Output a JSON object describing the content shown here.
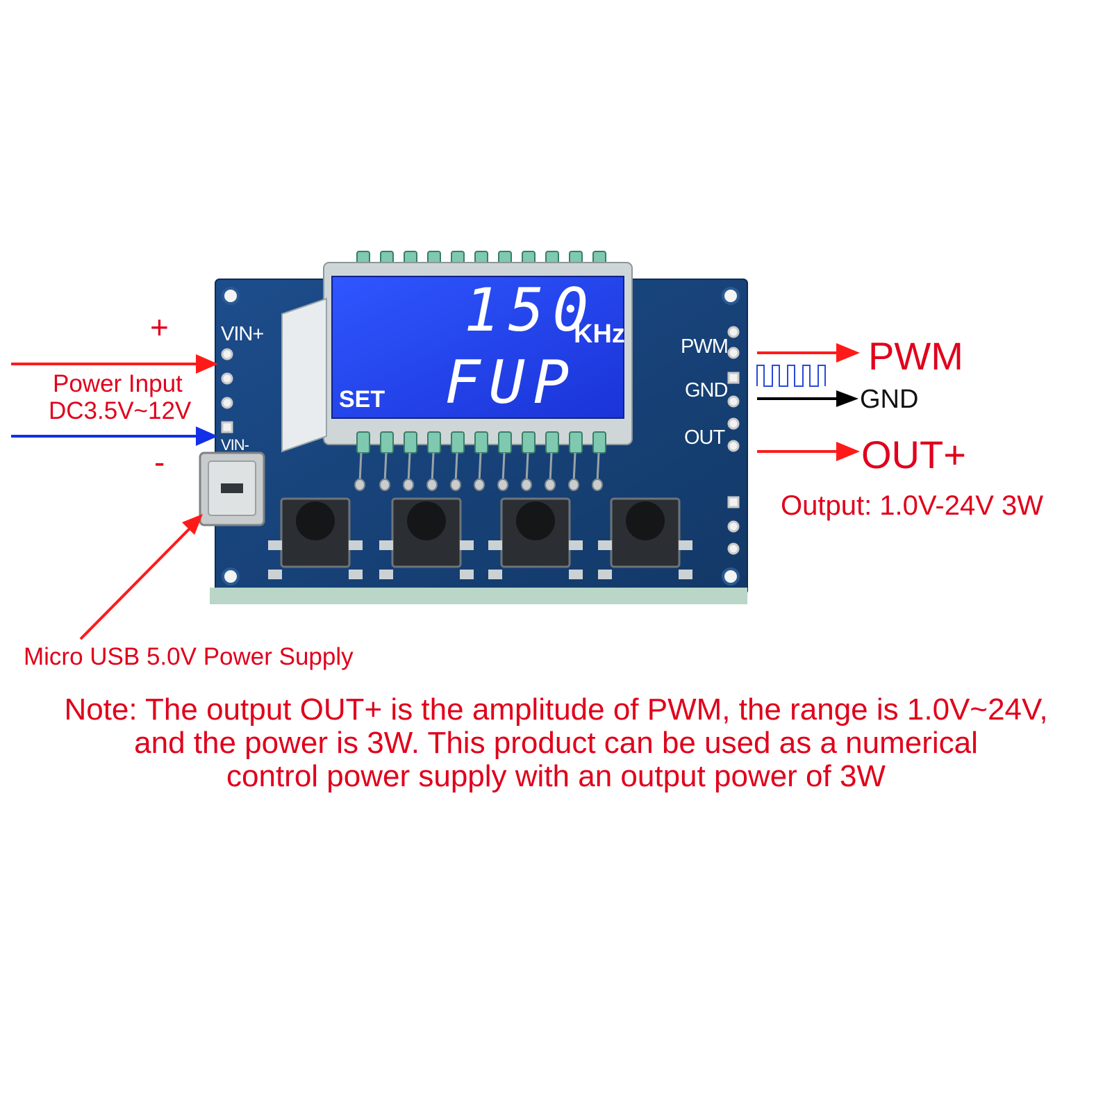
{
  "colors": {
    "annotation_red": "#e0001b",
    "power_positive_arrow": "#ff1a1a",
    "power_negative_arrow": "#1230e8",
    "gnd_arrow": "#000000",
    "pcb_blue": "#16427a",
    "lcd_blue": "#1f3ff0"
  },
  "board": {
    "pins_left": {
      "vin_plus": "VIN+",
      "vin_minus": "VIN-"
    },
    "pins_right": {
      "pwm": "PWM",
      "gnd": "GND",
      "out": "OUT"
    },
    "lcd": {
      "value": "150",
      "unit": "KHz",
      "mode": "FUP",
      "set": "SET"
    },
    "buttons": 4
  },
  "annotations": {
    "plus_sign": "+",
    "minus_sign": "-",
    "power_input_line1": "Power Input",
    "power_input_line2": "DC3.5V~12V",
    "pwm_label": "PWM",
    "gnd_label": "GND",
    "out_label": "OUT+",
    "output_spec": "Output: 1.0V-24V 3W",
    "usb_label": "Micro USB 5.0V Power Supply"
  },
  "note": {
    "line1": "Note: The output OUT+ is the amplitude of PWM, the range is 1.0V~24V,",
    "line2": "and the power is 3W. This product can be used as a numerical",
    "line3": "control power supply with an output power of 3W"
  }
}
